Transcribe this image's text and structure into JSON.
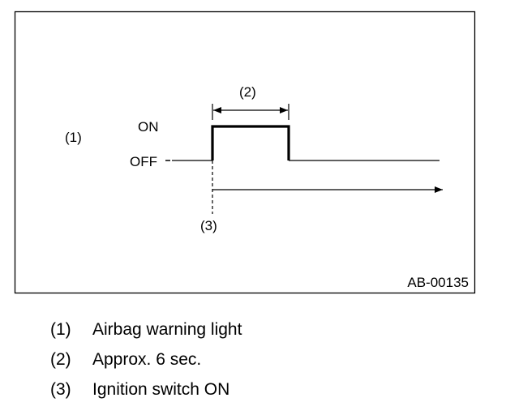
{
  "diagram": {
    "signal_label": "(1)",
    "state_on": "ON",
    "state_off": "OFF",
    "duration_label": "(2)",
    "trigger_label": "(3)",
    "figure_code": "AB-00135"
  },
  "legend": [
    {
      "num": "(1)",
      "text": "Airbag warning light"
    },
    {
      "num": "(2)",
      "text": "Approx. 6 sec."
    },
    {
      "num": "(3)",
      "text": "Ignition switch ON"
    }
  ]
}
